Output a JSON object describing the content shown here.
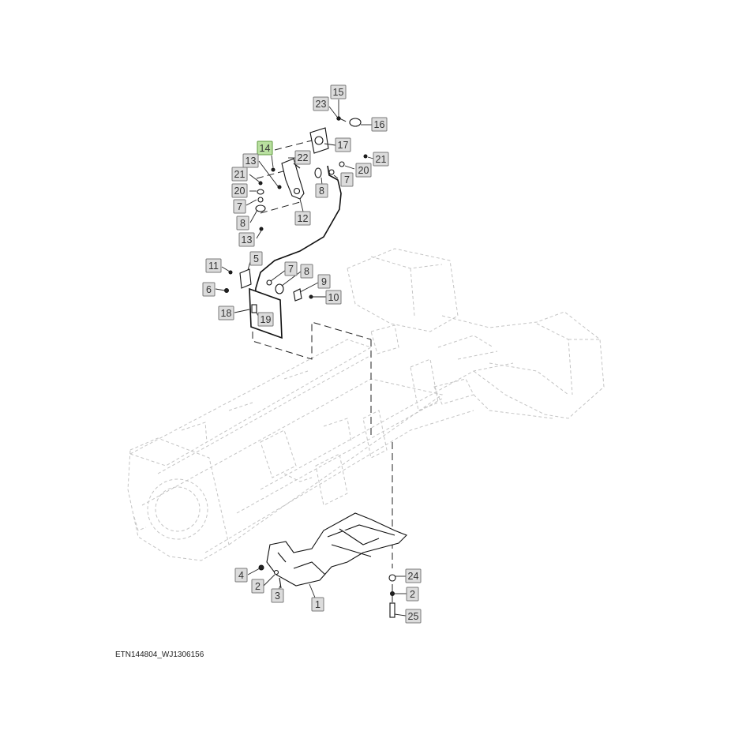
{
  "figure_id": "ETN144804_WJ1306156",
  "callouts": [
    {
      "label": "15",
      "highlighted": false
    },
    {
      "label": "23",
      "highlighted": false
    },
    {
      "label": "16",
      "highlighted": false
    },
    {
      "label": "14",
      "highlighted": true
    },
    {
      "label": "17",
      "highlighted": false
    },
    {
      "label": "13",
      "highlighted": false
    },
    {
      "label": "22",
      "highlighted": false
    },
    {
      "label": "21",
      "highlighted": false
    },
    {
      "label": "20",
      "highlighted": false
    },
    {
      "label": "21",
      "highlighted": false
    },
    {
      "label": "20",
      "highlighted": false
    },
    {
      "label": "8",
      "highlighted": false
    },
    {
      "label": "7",
      "highlighted": false
    },
    {
      "label": "7",
      "highlighted": false
    },
    {
      "label": "8",
      "highlighted": false
    },
    {
      "label": "12",
      "highlighted": false
    },
    {
      "label": "13",
      "highlighted": false
    },
    {
      "label": "11",
      "highlighted": false
    },
    {
      "label": "5",
      "highlighted": false
    },
    {
      "label": "7",
      "highlighted": false
    },
    {
      "label": "8",
      "highlighted": false
    },
    {
      "label": "9",
      "highlighted": false
    },
    {
      "label": "6",
      "highlighted": false
    },
    {
      "label": "10",
      "highlighted": false
    },
    {
      "label": "18",
      "highlighted": false
    },
    {
      "label": "19",
      "highlighted": false
    },
    {
      "label": "4",
      "highlighted": false
    },
    {
      "label": "24",
      "highlighted": false
    },
    {
      "label": "2",
      "highlighted": false
    },
    {
      "label": "3",
      "highlighted": false
    },
    {
      "label": "1",
      "highlighted": false
    },
    {
      "label": "2",
      "highlighted": false
    },
    {
      "label": "25",
      "highlighted": false
    }
  ],
  "colors": {
    "callout_fill": "#dcdcdc",
    "callout_highlight": "#b9e0a0",
    "ghost_frame": "#c4c4c4",
    "part_line": "#111111"
  }
}
